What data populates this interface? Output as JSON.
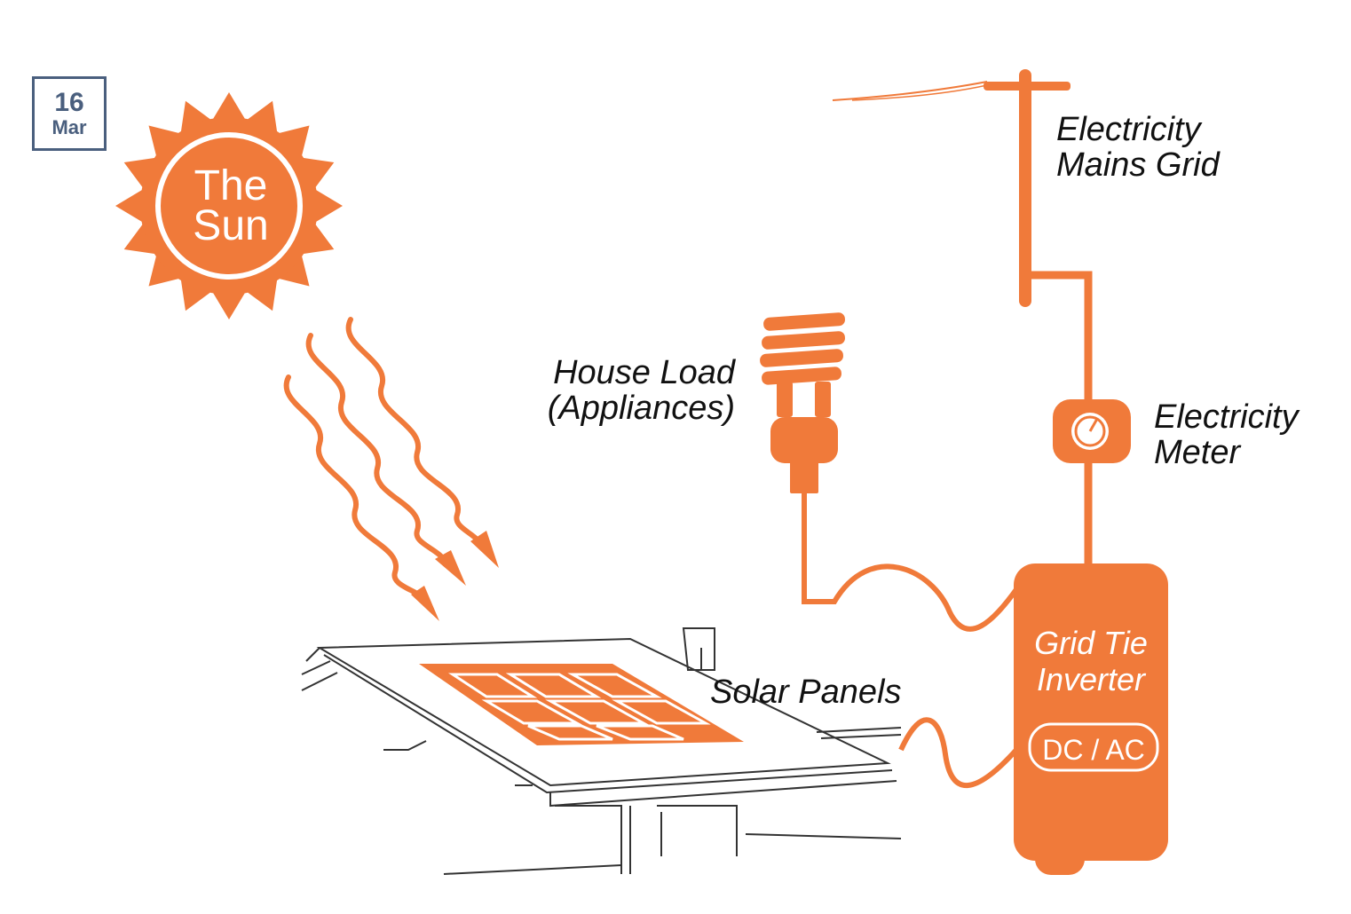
{
  "date_badge": {
    "day": "16",
    "month": "Mar"
  },
  "labels": {
    "sun_line1": "The",
    "sun_line2": "Sun",
    "grid_line1": "Electricity",
    "grid_line2": "Mains Grid",
    "house_line1": "House Load",
    "house_line2": "(Appliances)",
    "meter_line1": "Electricity",
    "meter_line2": "Meter",
    "inverter_line1": "Grid Tie",
    "inverter_line2": "Inverter",
    "inverter_mode": "DC / AC",
    "solar": "Solar Panels"
  },
  "colors": {
    "accent": "#f07a3a",
    "badge": "#4a5f7e",
    "line": "#333333"
  },
  "icons": [
    "sun-icon",
    "light-bulb-icon",
    "utility-pole-icon",
    "meter-icon",
    "solar-panel-icon",
    "inverter-icon"
  ]
}
